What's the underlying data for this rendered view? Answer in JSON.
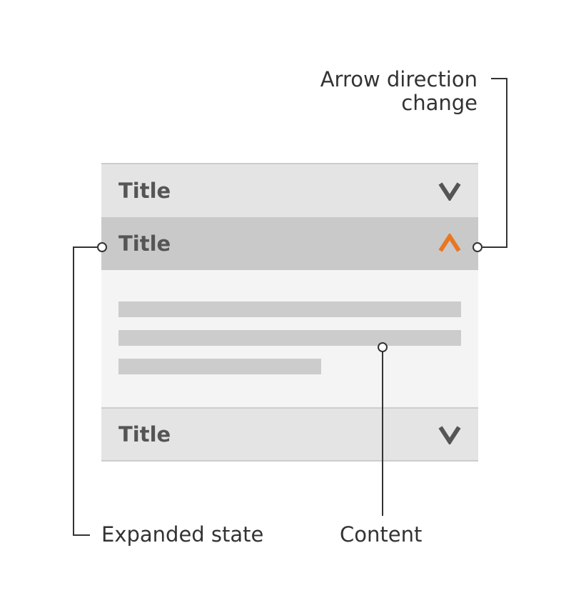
{
  "callouts": {
    "arrow_direction_line1": "Arrow direction",
    "arrow_direction_line2": "change",
    "expanded_state": "Expanded state",
    "content": "Content"
  },
  "accordion": {
    "items": [
      {
        "title": "Title",
        "state": "collapsed",
        "icon": "chevron-down-icon"
      },
      {
        "title": "Title",
        "state": "expanded",
        "icon": "chevron-up-icon"
      },
      {
        "title": "Title",
        "state": "collapsed",
        "icon": "chevron-down-icon"
      }
    ]
  },
  "colors": {
    "accent": "#e87722",
    "chevron": "#555555",
    "header_collapsed": "#e4e4e4",
    "header_expanded": "#c9c9c9",
    "body": "#f4f4f4",
    "content_placeholder": "#cccccc",
    "leader_line": "#333333"
  }
}
